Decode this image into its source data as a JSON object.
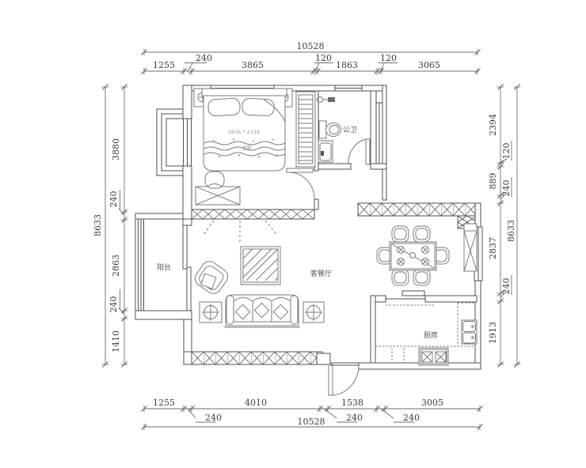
{
  "rooms": {
    "bathroom": "公卫",
    "balcony": "阳台",
    "living_dining": "客餐厅",
    "kitchen": "厨房",
    "bedroom_bed_size": "2636 * 2116",
    "bedroom": "主卧"
  },
  "dimensions": {
    "top": {
      "total": "10528",
      "segments": [
        "1255",
        "240",
        "3865",
        "120",
        "1863",
        "120",
        "3065"
      ]
    },
    "bottom": {
      "total": "10528",
      "segments": [
        "1255",
        "240",
        "4010",
        "240",
        "1538",
        "240",
        "3005"
      ]
    },
    "left": {
      "total": "8633",
      "segments": [
        "3880",
        "240",
        "2863",
        "240",
        "1410"
      ]
    },
    "right": {
      "total": "8633",
      "segments": [
        "2394",
        "120",
        "889",
        "240",
        "2837",
        "240",
        "1913"
      ]
    }
  }
}
